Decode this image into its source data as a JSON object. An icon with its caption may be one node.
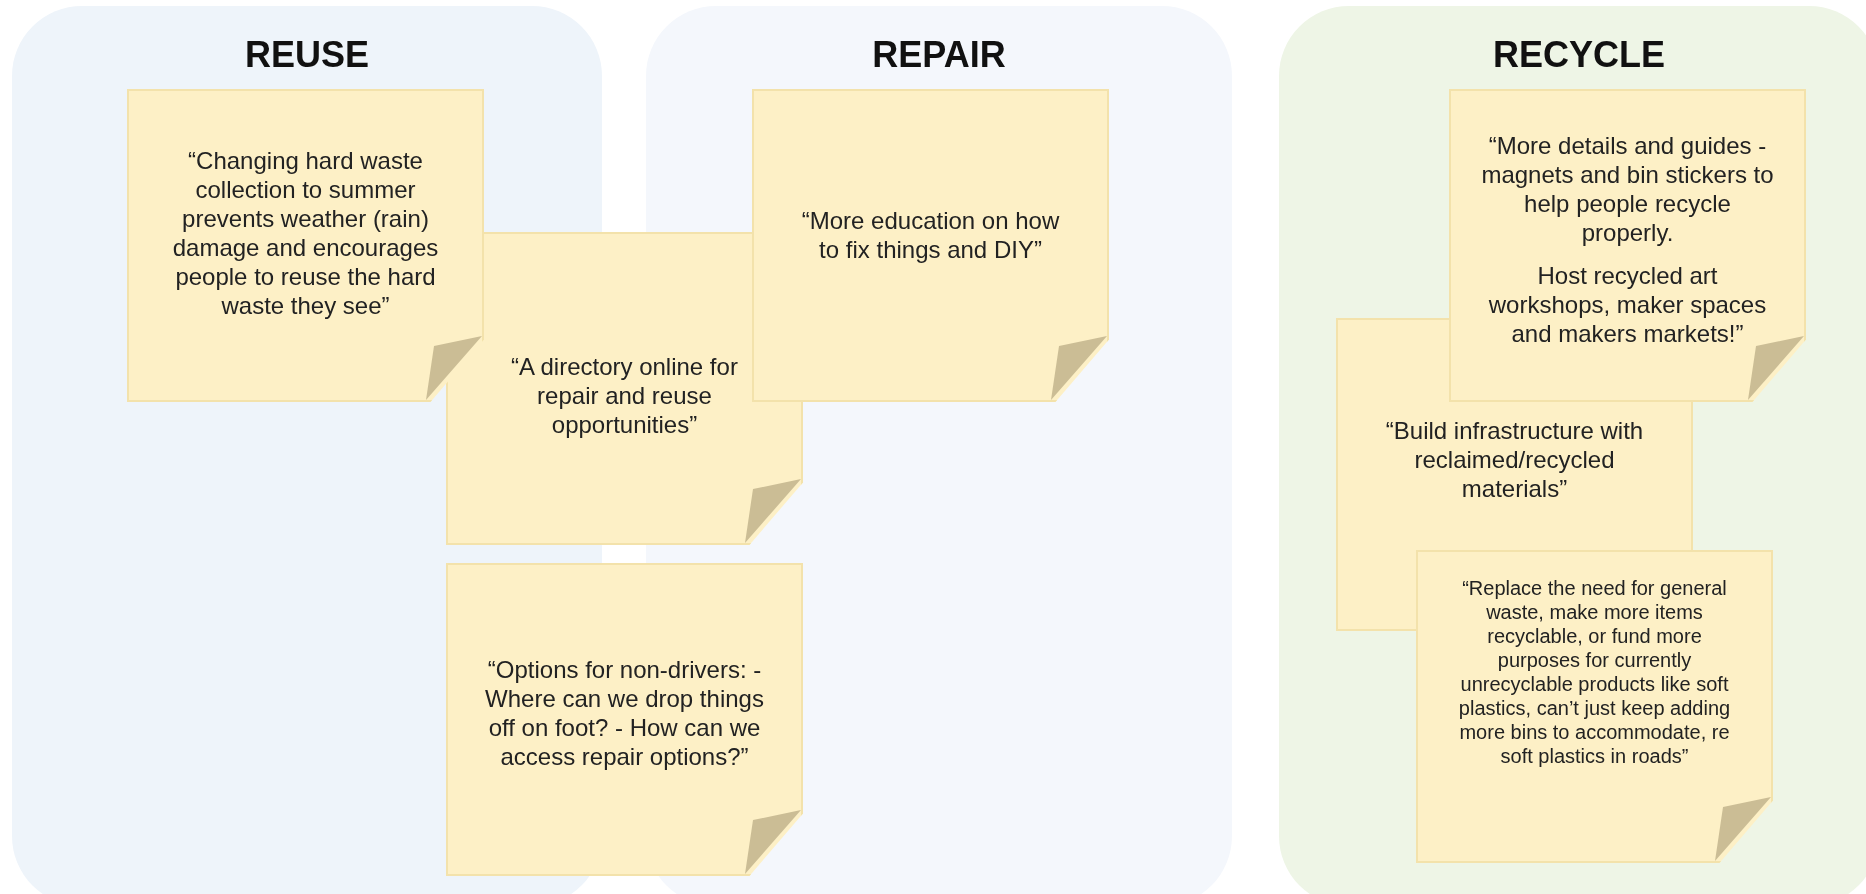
{
  "diagram": {
    "nodes": [
      {
        "text": [
          "REUSE"
        ]
      },
      {
        "text": [
          "“Changing hard waste collection to summer prevents weather (rain) damage and encourages people to reuse the hard waste they see”"
        ],
        "in": 0
      },
      {
        "text": [
          "REPAIR"
        ]
      },
      {
        "text": [
          "“More education on how to fix things and DIY”"
        ],
        "in": 2
      },
      {
        "text": [
          "“A directory online for repair and reuse opportunities”"
        ]
      },
      {
        "text": [
          "“Options for non-drivers: - Where can we drop things off on foot? - How can we access repair options?”"
        ]
      },
      {
        "text": [
          "RECYCLE"
        ]
      },
      {
        "text": [
          "“More details and guides - magnets and bin stickers to help people recycle properly.",
          "Host recycled art workshops, maker spaces and makers markets!”"
        ],
        "in": 6
      },
      {
        "text": [
          "“Build infrastructure with reclaimed/recycled materials”"
        ],
        "in": 6
      },
      {
        "text": [
          "“Replace the need for general waste, make more items recyclable, or fund more purposes for currently unrecyclable products like soft plastics, can’t just keep adding more bins to accommodate, re soft plastics in roads”"
        ],
        "in": 6
      }
    ],
    "edges": []
  }
}
